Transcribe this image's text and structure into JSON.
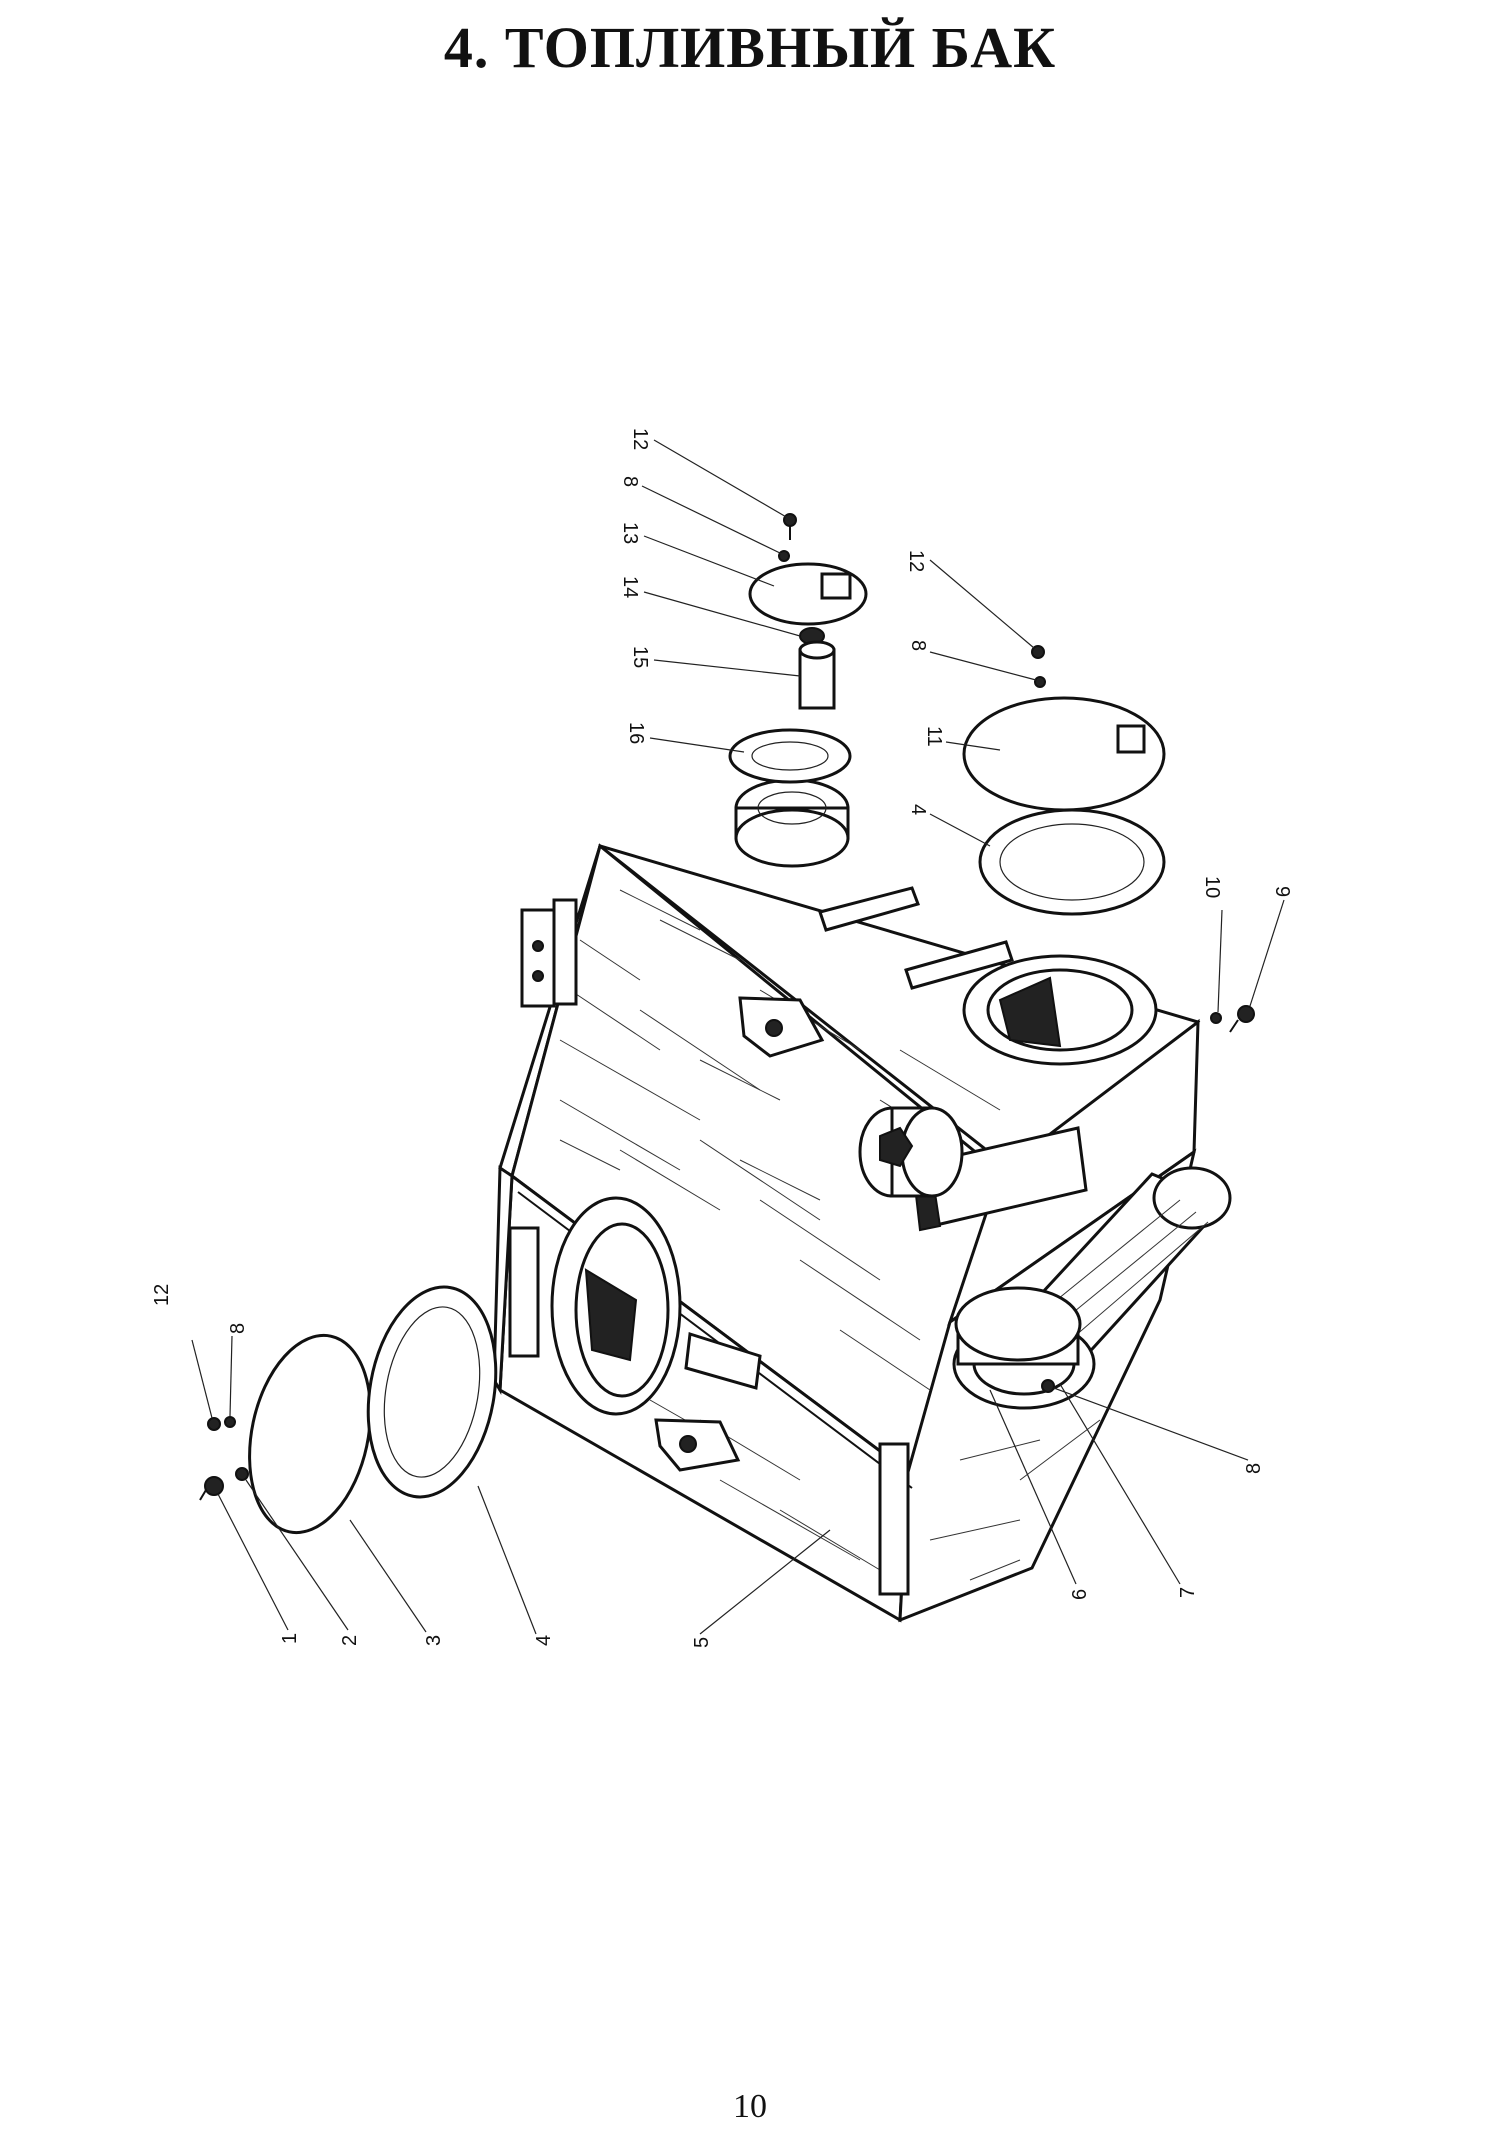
{
  "title": "4. ТОПЛИВНЫЙ БАК",
  "page_number": "10",
  "callouts": [
    {
      "id": "c1",
      "label": "1"
    },
    {
      "id": "c2",
      "label": "2"
    },
    {
      "id": "c3",
      "label": "3"
    },
    {
      "id": "c4a",
      "label": "4"
    },
    {
      "id": "c5",
      "label": "5"
    },
    {
      "id": "c6",
      "label": "6"
    },
    {
      "id": "c7",
      "label": "7"
    },
    {
      "id": "c8a",
      "label": "8"
    },
    {
      "id": "c8b",
      "label": "8"
    },
    {
      "id": "c8c",
      "label": "8"
    },
    {
      "id": "c8d",
      "label": "8"
    },
    {
      "id": "c9",
      "label": "9"
    },
    {
      "id": "c10",
      "label": "10"
    },
    {
      "id": "c11",
      "label": "11"
    },
    {
      "id": "c12a",
      "label": "12"
    },
    {
      "id": "c12b",
      "label": "12"
    },
    {
      "id": "c12c",
      "label": "12"
    },
    {
      "id": "c13",
      "label": "13"
    },
    {
      "id": "c14",
      "label": "14"
    },
    {
      "id": "c15",
      "label": "15"
    },
    {
      "id": "c16",
      "label": "16"
    },
    {
      "id": "c4b",
      "label": "4"
    }
  ]
}
